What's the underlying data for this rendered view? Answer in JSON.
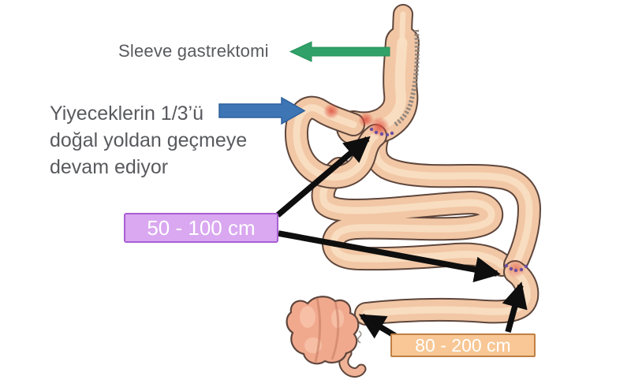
{
  "figure": {
    "title_label": "Sleeve gastrektomi",
    "description": {
      "line1": "Yiyeceklerin 1/3’ü",
      "line2": "doğal yoldan geçmeye",
      "line3": "devam ediyor"
    },
    "measurements": {
      "limb_a": "50 - 100 cm",
      "limb_b": "80 - 200 cm"
    }
  },
  "colors": {
    "background": "#ffffff",
    "text": "#595a5e",
    "box_text": "#ffffff",
    "green_arrow": "#2fa169",
    "green_arrow_border": "#279158",
    "blue_arrow": "#3e76b5",
    "blue_arrow_border": "#2d5f9b",
    "black_arrow": "#0e0e0e",
    "purple_box_fill": "#d9a8f0",
    "purple_box_border": "#a95fd3",
    "orange_box_fill": "#f8c795",
    "orange_box_border": "#bf8046",
    "bowel_fill": "#f2c7a5",
    "bowel_highlight": "#f9e0c4",
    "bowel_outline": "#5e463c",
    "cecum_fill": "#f1a98e",
    "cecum_highlight": "#f8c7ae",
    "appendix_fill": "#f1b397",
    "staple_line": "#8f867c",
    "suture": "#6b4f9f",
    "inflammation": "#e0503f"
  }
}
